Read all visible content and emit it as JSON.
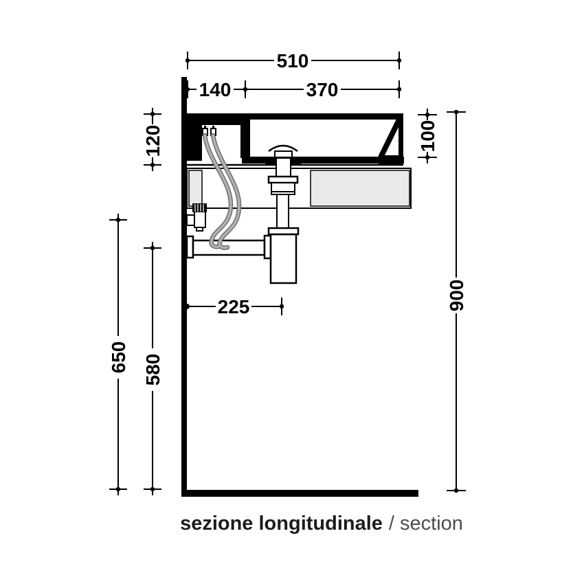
{
  "figure": {
    "type": "technical-drawing-section",
    "caption": {
      "primary": "sezione longitudinale",
      "secondary": "/ section"
    },
    "dimensions": {
      "overall_width": "510",
      "backledge_width": "140",
      "bowl_width": "370",
      "front_height": "120",
      "bowl_depth": "100",
      "mounting_height": "900",
      "drain_offset": "225",
      "supply_height": "650",
      "waste_height": "580"
    },
    "colors": {
      "line": "#000000",
      "section_fill": "#e9e9e9",
      "hose": "#9b9b9b",
      "caption_primary": "#1c1c1c",
      "caption_secondary": "#4d4d4d",
      "background": "#ffffff"
    }
  }
}
